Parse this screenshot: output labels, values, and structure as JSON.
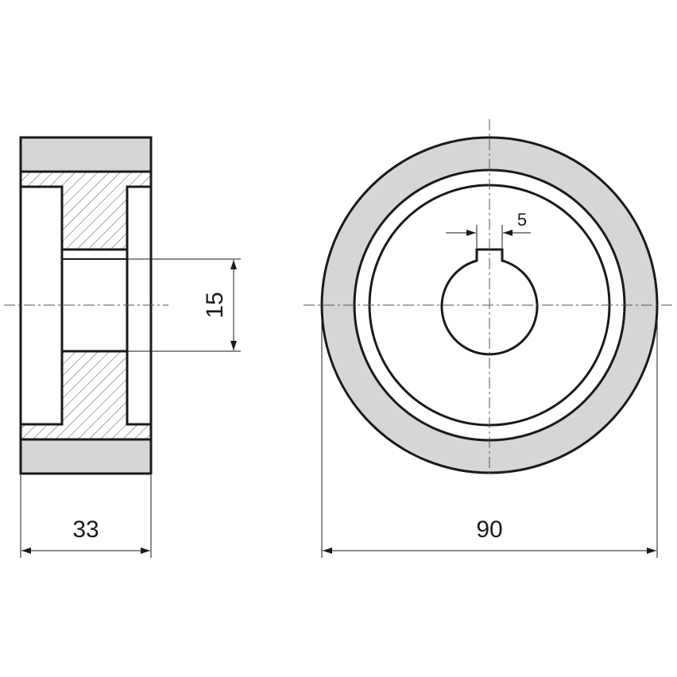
{
  "colors": {
    "tire": "#d6d6d6",
    "outline": "#1a1a1a",
    "hatch": "#555555",
    "background": "#ffffff"
  },
  "dimensions": {
    "width_label": "33",
    "bore_label": "15",
    "diameter_label": "90",
    "keyway_label": "5"
  }
}
